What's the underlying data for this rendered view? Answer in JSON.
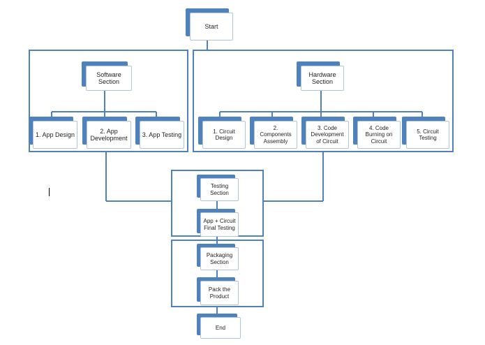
{
  "flowchart": {
    "start": "Start",
    "software": {
      "title": "Software\nSection",
      "steps": [
        "1. App Design",
        "2. App\nDevelopment",
        "3. App Testing"
      ]
    },
    "hardware": {
      "title": "Hardware\nSection",
      "steps": [
        "1. Circuit\nDesign",
        "2.\nComponents\nAssembly",
        "3. Code\nDevelopment\nof Circuit",
        "4. Code\nBurning on\nCircuit",
        "5. Circuit\nTesting"
      ]
    },
    "testing": {
      "title": "Testing\nSection",
      "step": "App + Circuit\nFinal Testing"
    },
    "packaging": {
      "title": "Packaging\nSection",
      "step": "Pack the\nProduct"
    },
    "end": "End"
  },
  "colors": {
    "accent": "#4f81bd",
    "box_fill": "#ffffff",
    "text": "#1f1f1f"
  }
}
